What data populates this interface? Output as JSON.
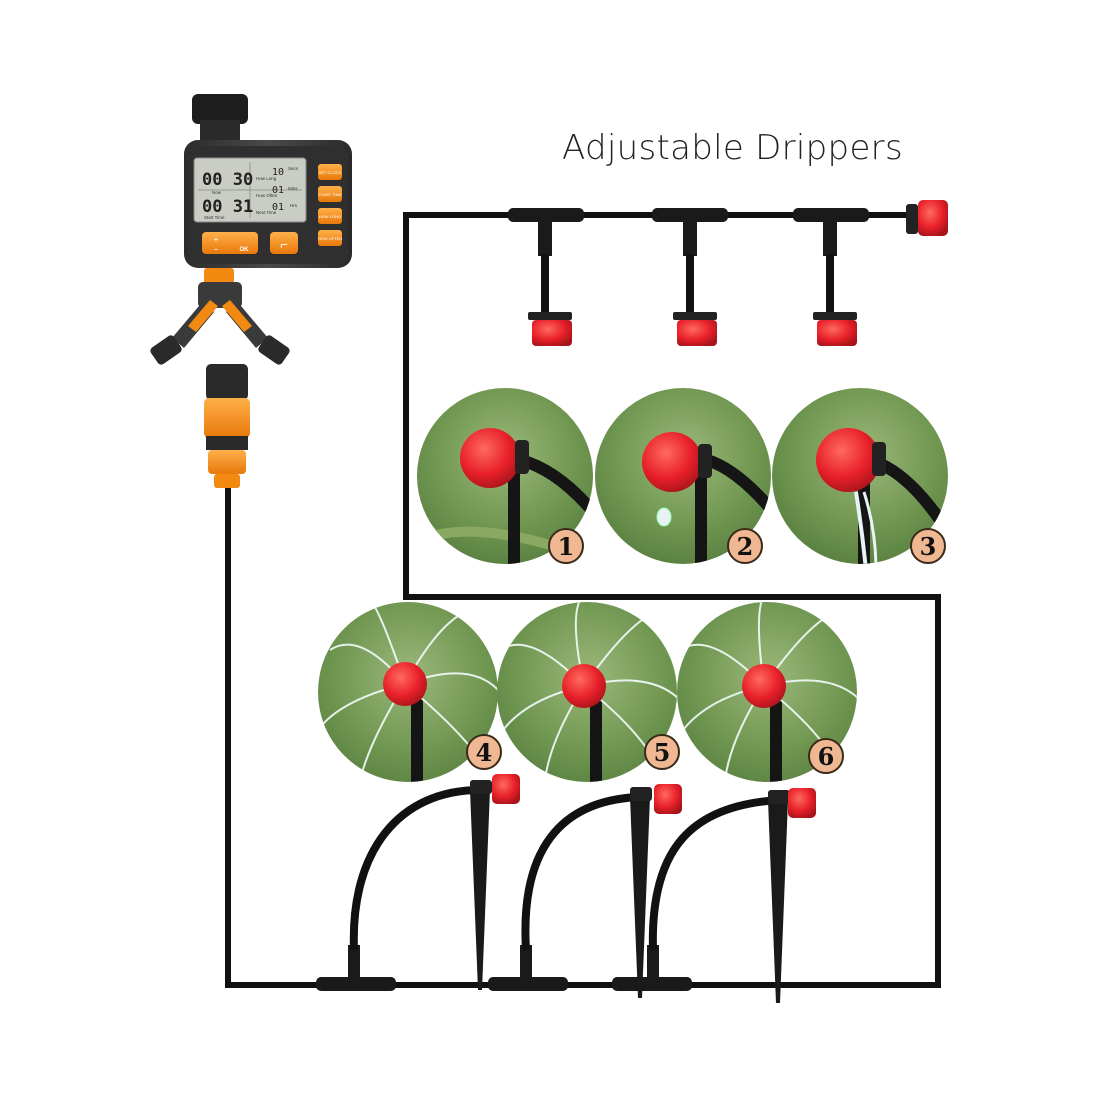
{
  "title": "Adjustable Drippers",
  "timer": {
    "display": {
      "row1_time": "00 30",
      "row2_time": "00 31",
      "how_long_value": "10",
      "how_long_label": "How Long",
      "how_long_unit": "Secs",
      "how_often_value": "01",
      "how_often_label": "How Often",
      "how_often_unit": "Mins",
      "next_time_value": "01",
      "next_time_label": "Next Time",
      "next_time_unit": "Hrs",
      "now_label": "Now",
      "start_time_label": "Start Time"
    },
    "side_buttons": [
      "SET CLOCK",
      "START TIME",
      "HOW LONG",
      "HOW OFTEN"
    ],
    "bottom_buttons": {
      "plus": "+",
      "minus": "−",
      "ok": "OK"
    }
  },
  "setting_badges": [
    "1",
    "2",
    "3",
    "4",
    "5",
    "6"
  ],
  "colors": {
    "pipe": "#111111",
    "dripper_red": "#e8202a",
    "timer_orange": "#f7941d",
    "timer_body": "#3a3a3a",
    "lcd": "#c9cdc4",
    "badge_fill": "#f0b892",
    "grass_dark": "#3f6b33",
    "grass_light": "#8fb06c"
  }
}
